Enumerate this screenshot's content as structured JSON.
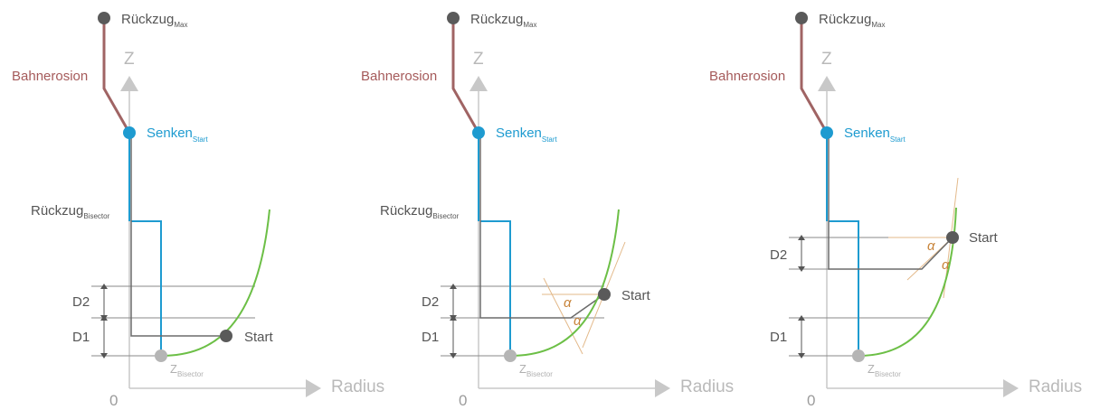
{
  "colors": {
    "axis": "#c8c8c8",
    "guide": "#8a8a8a",
    "retract_path": "#a06464",
    "sink_path": "#1e9bd0",
    "erosion_path": "#6b6b6b",
    "curve": "#6cbf46",
    "tangent": "#e3b98a",
    "alpha": "#c8843a",
    "point_dark": "#5a5a5a",
    "point_light": "#b5b5b5"
  },
  "labels": {
    "rueckzug": "Rückzug",
    "max_sub": "Max",
    "bahnerosion": "Bahnerosion",
    "senken": "Senken",
    "start_sub": "Start",
    "rueckzug_bisector": "Rückzug",
    "bisector_sub": "Bisector",
    "z_axis": "Z",
    "radius": "Radius",
    "zero": "0",
    "start": "Start",
    "z_bisector": "Z",
    "z_bisector_sub": "Bisector",
    "d1": "D1",
    "d2": "D2",
    "alpha": "α"
  },
  "panels": [
    {
      "id": "panel-1",
      "variant": "flat-start"
    },
    {
      "id": "panel-2",
      "variant": "tangent-start"
    },
    {
      "id": "panel-3",
      "variant": "tangent-start-high"
    }
  ]
}
